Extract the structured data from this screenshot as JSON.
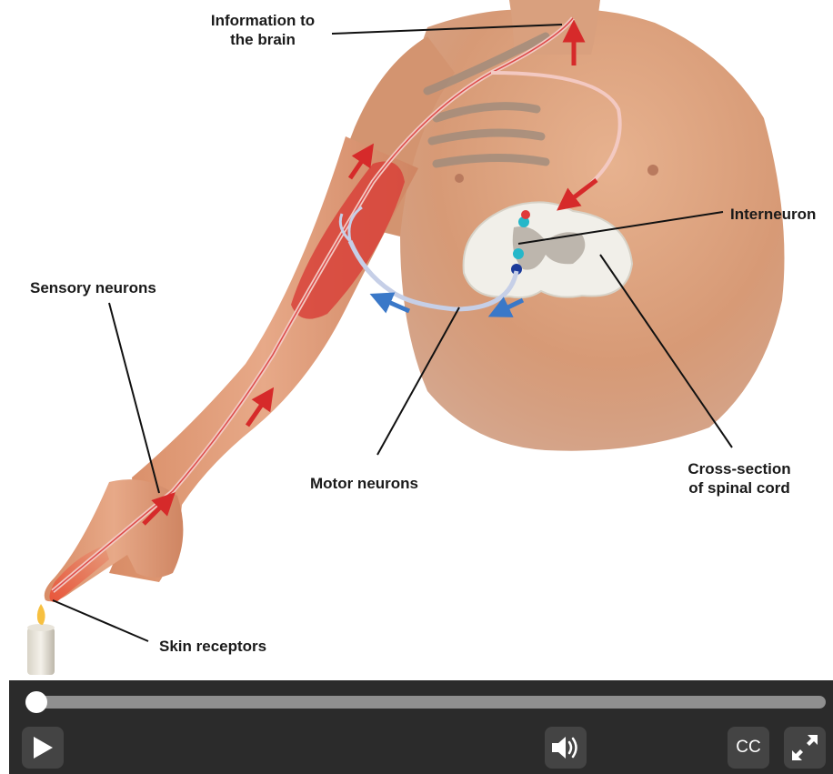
{
  "figure": {
    "labels": {
      "information_line1": "Information to",
      "information_line2": "the brain",
      "interneuron": "Interneuron",
      "sensory_neurons": "Sensory neurons",
      "motor_neurons": "Motor neurons",
      "cross_section_line1": "Cross-section",
      "cross_section_line2": "of spinal cord",
      "skin_receptors": "Skin receptors"
    },
    "colors": {
      "sensory_path": "#d62a2a",
      "motor_path": "#3a78c8",
      "skin": "#e0a27e",
      "spinal_cord": "#f1efe9"
    }
  },
  "player": {
    "progress_fraction": 0.0,
    "cc_label": "CC",
    "icons": {
      "play": "play-icon",
      "volume": "volume-icon",
      "fullscreen": "fullscreen-icon"
    },
    "colors": {
      "bar_bg": "#2b2b2b",
      "track": "#8f8f8f",
      "knob": "#ffffff"
    }
  }
}
